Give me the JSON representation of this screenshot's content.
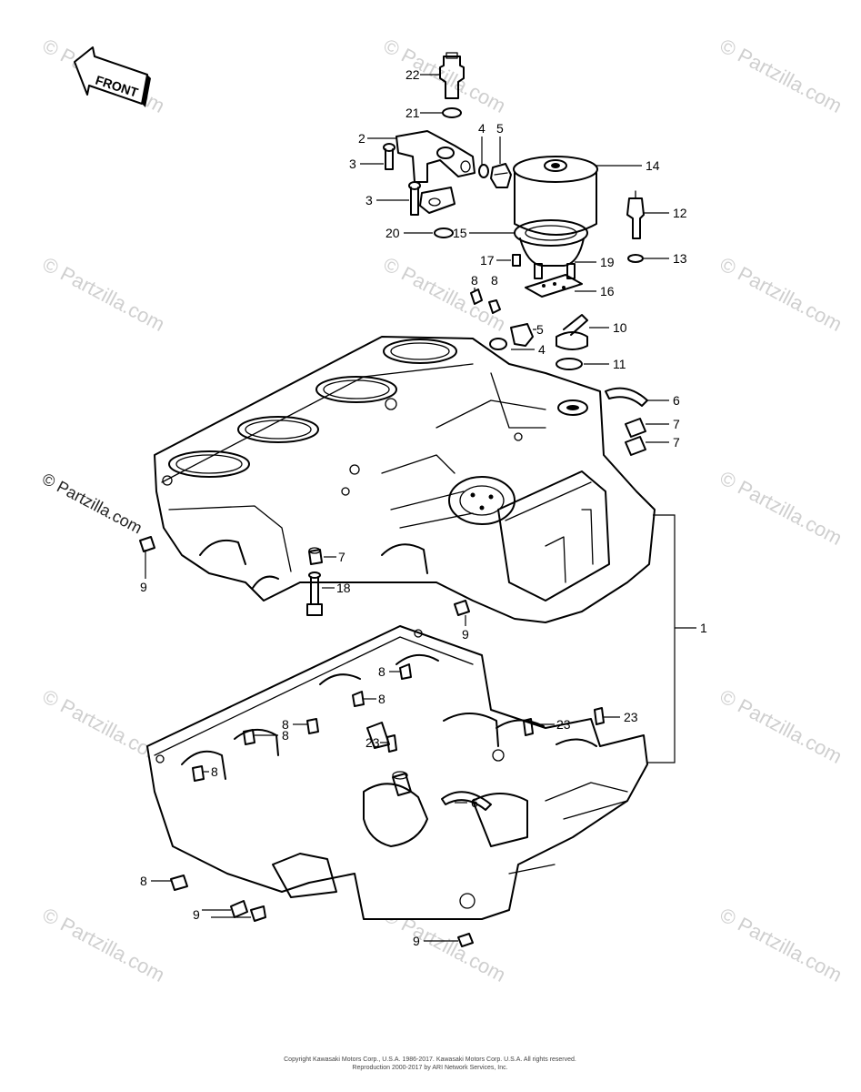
{
  "front_label": "FRONT",
  "watermark": "© Partzilla.com",
  "copyright": {
    "line1": "Copyright Kawasaki Motors Corp., U.S.A. 1986-2017. Kawasaki Motors Corp. U.S.A. All rights reserved.",
    "line2": "Reproduction 2000-2017 by ARI Network Services, Inc."
  },
  "callouts": {
    "c22": "22",
    "c21": "21",
    "c2": "2",
    "c3a": "3",
    "c3b": "3",
    "c4a": "4",
    "c5a": "5",
    "c14": "14",
    "c12": "12",
    "c13": "13",
    "c20": "20",
    "c15": "15",
    "c17": "17",
    "c19": "19",
    "c16": "16",
    "c8a": "8",
    "c8b": "8",
    "c5b": "5",
    "c10": "10",
    "c4b": "4",
    "c11": "11",
    "c6a": "6",
    "c7a": "7",
    "c7b": "7",
    "c9a": "9",
    "c7c": "7",
    "c18": "18",
    "c9b": "9",
    "c1": "1",
    "c8c": "8",
    "c8d": "8",
    "c8e": "8",
    "c23a": "23",
    "c23b": "23",
    "c8f": "8",
    "c8g": "8",
    "c23c": "23",
    "c6b": "6",
    "c8h": "8",
    "c9c": "9",
    "c9d": "9"
  }
}
